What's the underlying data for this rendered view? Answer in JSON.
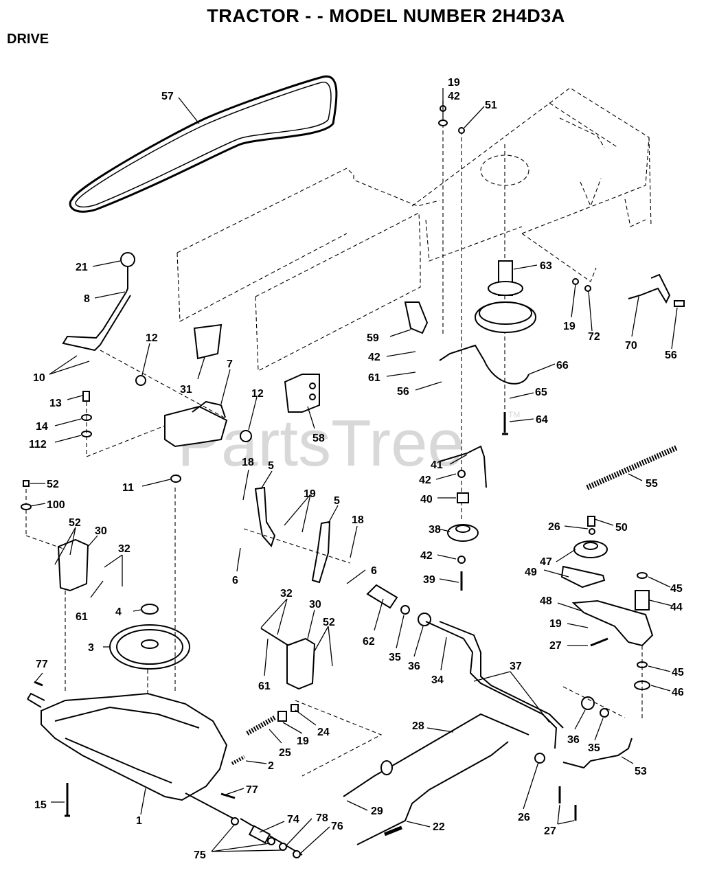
{
  "header": {
    "title": "TRACTOR - - MODEL NUMBER 2H4D3A",
    "section": "DRIVE"
  },
  "watermark": {
    "text": "PartsTree",
    "tm": "TM"
  },
  "labels": {
    "p57": "57",
    "p19a": "19",
    "p42a": "42",
    "p51": "51",
    "p21": "21",
    "p8": "8",
    "p63": "63",
    "p19b": "19",
    "p72": "72",
    "p70": "70",
    "p56a": "56",
    "p12a": "12",
    "p10": "10",
    "p31": "31",
    "p7": "7",
    "p59": "59",
    "p42b": "42",
    "p61a": "61",
    "p56b": "56",
    "p66": "66",
    "p13": "13",
    "p12b": "12",
    "p14": "14",
    "p112": "112",
    "p58": "58",
    "p65": "65",
    "p64": "64",
    "p41": "41",
    "p55": "55",
    "p11": "11",
    "p18a": "18",
    "p5a": "5",
    "p52a": "52",
    "p100": "100",
    "p19c": "19",
    "p5b": "5",
    "p42c": "42",
    "p40": "40",
    "p52b": "52",
    "p30a": "30",
    "p32a": "32",
    "p18b": "18",
    "p6a": "6",
    "p6b": "6",
    "p38": "38",
    "p26a": "26",
    "p50": "50",
    "p47": "47",
    "p42d": "42",
    "p49": "49",
    "p39": "39",
    "p61b": "61",
    "p45a": "45",
    "p4": "4",
    "p44": "44",
    "p48": "48",
    "p32b": "32",
    "p30b": "30",
    "p52c": "52",
    "p19d": "19",
    "p27a": "27",
    "p62": "62",
    "p3": "3",
    "p35a": "35",
    "p36a": "36",
    "p34": "34",
    "p37": "37",
    "p61c": "61",
    "p45b": "45",
    "p46": "46",
    "p77a": "77",
    "p24": "24",
    "p28": "28",
    "p36b": "36",
    "p35b": "35",
    "p19e": "19",
    "p25": "25",
    "p53": "53",
    "p2": "2",
    "p77b": "77",
    "p29": "29",
    "p26b": "26",
    "p15": "15",
    "p1": "1",
    "p74": "74",
    "p78": "78",
    "p76": "76",
    "p22": "22",
    "p27b": "27",
    "p75": "75"
  }
}
